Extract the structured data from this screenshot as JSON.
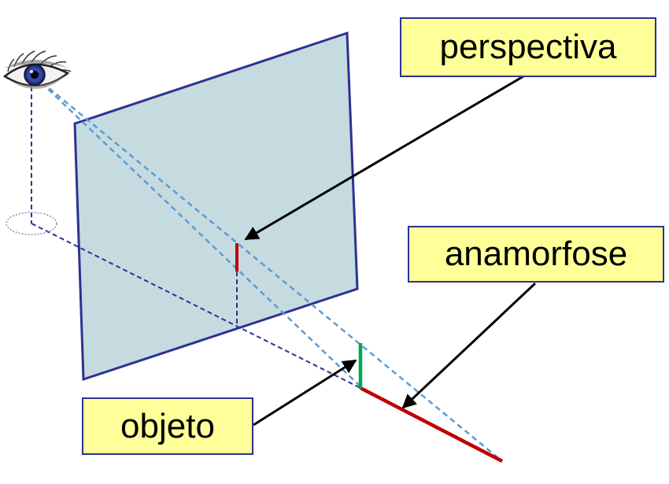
{
  "labels": {
    "perspectiva": "perspectiva",
    "anamorfose": "anamorfose",
    "objeto": "objeto"
  },
  "icons": {
    "viewer": "eye-icon"
  },
  "colors": {
    "plane_fill": "#c5dbe0",
    "plane_border": "#2e3192",
    "dark_dashed": "#2e3192",
    "light_dashed": "#5b9bd5",
    "projection_red": "#c00000",
    "object_green": "#00a651",
    "label_fill": "#ffff99",
    "arrow": "#000000"
  }
}
